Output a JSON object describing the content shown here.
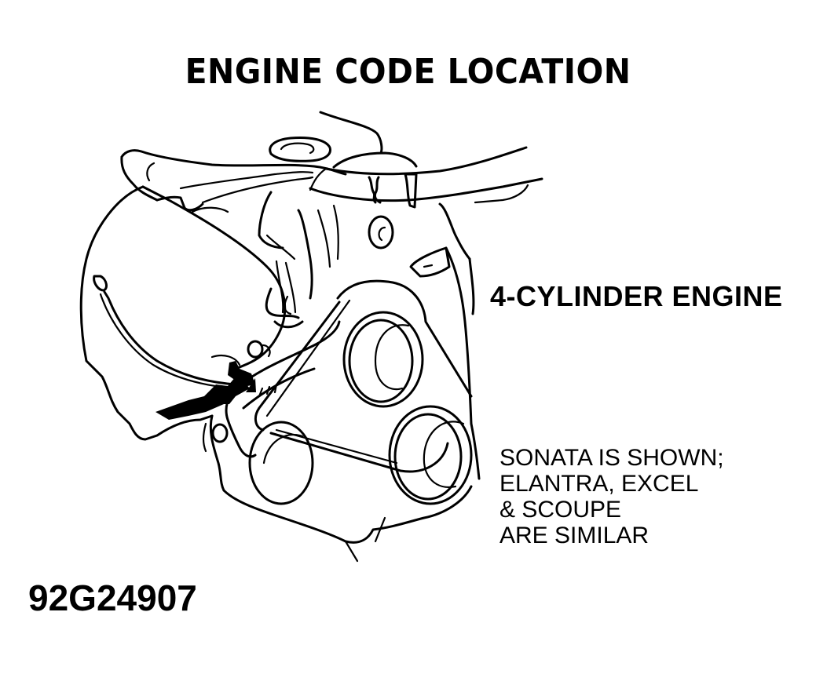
{
  "title": "ENGINE CODE LOCATION",
  "engine_label": "4-CYLINDER ENGINE",
  "note": {
    "lines": [
      "SONATA IS SHOWN;",
      "ELANTRA, EXCEL",
      "& SCOUPE",
      "ARE SIMILAR"
    ]
  },
  "figure_id": "92G24907",
  "illustration": {
    "subject": "engine-line-drawing",
    "callout": "arrow-pointing-to-engine-code-location"
  },
  "colors": {
    "ink": "#000000",
    "paper": "#ffffff"
  }
}
